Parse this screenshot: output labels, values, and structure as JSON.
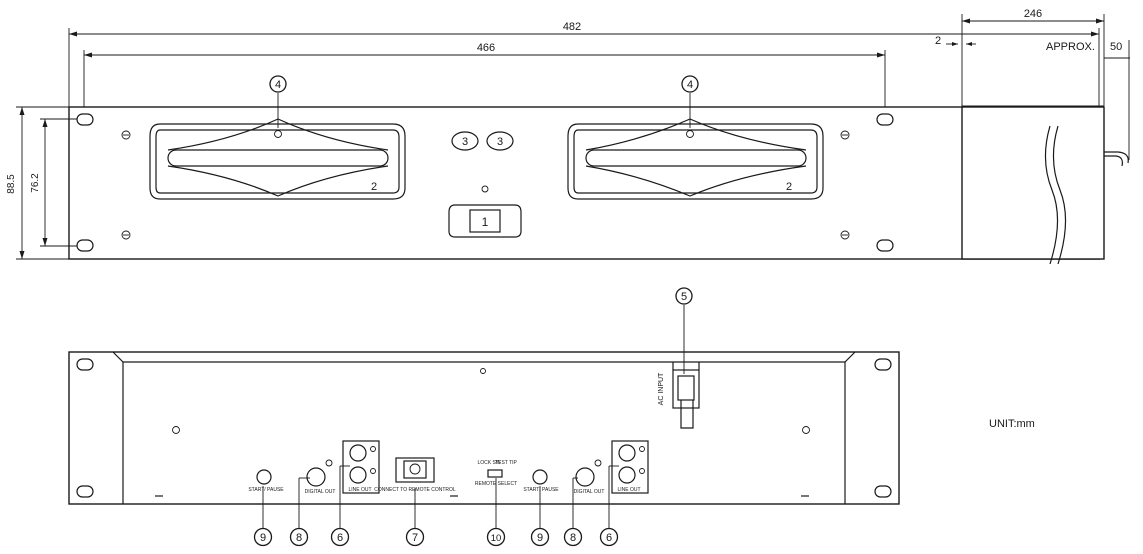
{
  "dimensions": {
    "overall_width": "482",
    "hole_spacing": "466",
    "panel_height": "88.5",
    "hole_vertical": "76.2",
    "depth": "246",
    "flange": "2",
    "approx_label": "APPROX.",
    "approx_value": "50"
  },
  "front": {
    "callout_left_tray": "4",
    "callout_right_tray": "4",
    "callout_left_button": "3",
    "callout_right_button": "3",
    "callout_power": "1",
    "tray_left_number": "2",
    "tray_right_number": "2"
  },
  "rear": {
    "ac_input_label": "AC INPUT",
    "callout_ac": "5",
    "left_start_label": "START/ PAUSE",
    "left_digital_label": "DIGITAL OUT",
    "left_line_out_label": "LINE OUT",
    "remote_label": "CONNECT TO REMOTE CONTROL",
    "lock_label": "LOCK SW",
    "test_label": "TEST TIP",
    "select_label": "REMOTE SELECT",
    "right_start_label": "START/ PAUSE",
    "right_digital_label": "DIGITAL OUT",
    "right_line_out_label": "LINE OUT",
    "callouts_bottom": [
      "9",
      "8",
      "6",
      "7",
      "10",
      "9",
      "8",
      "6"
    ]
  },
  "unit_label": "UNIT:mm"
}
